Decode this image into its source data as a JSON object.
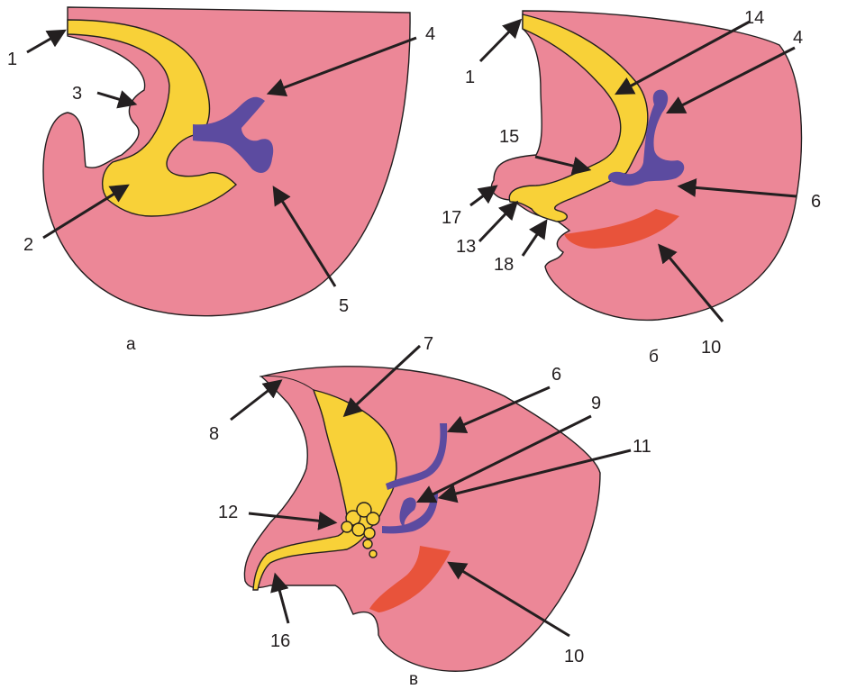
{
  "colors": {
    "tissue": "#ec8797",
    "yellow_structure": "#f8d138",
    "vessel": "#5c4ba0",
    "red_structure": "#e8533b",
    "outline": "#231f20"
  },
  "panels": [
    {
      "id": "a",
      "caption": "а",
      "labels": {
        "l1": "1",
        "l2": "2",
        "l3": "3",
        "l4": "4",
        "l5": "5"
      }
    },
    {
      "id": "b",
      "caption": "б",
      "labels": {
        "l1": "1",
        "l4": "4",
        "l6": "6",
        "l10": "10",
        "l13": "13",
        "l14": "14",
        "l15": "15",
        "l17": "17",
        "l18": "18"
      }
    },
    {
      "id": "c",
      "caption": "в",
      "labels": {
        "l6": "6",
        "l7": "7",
        "l8": "8",
        "l9": "9",
        "l10": "10",
        "l11": "11",
        "l12": "12",
        "l16": "16"
      }
    }
  ]
}
